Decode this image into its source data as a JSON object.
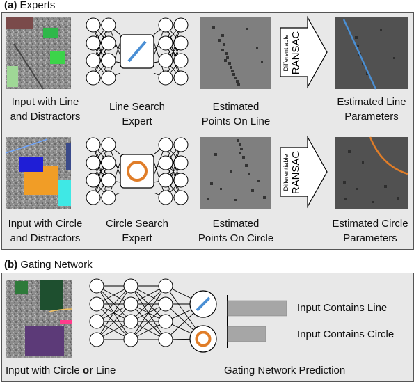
{
  "experts": {
    "title_tag": "(a)",
    "title": "Experts",
    "line_row": {
      "input_label_1": "Input with Line",
      "input_label_2": "and Distractors",
      "expert_label_1": "Line Search",
      "expert_label_2": "Expert",
      "points_label_1": "Estimated",
      "points_label_2": "Points On Line",
      "ransac_small": "Differentiable",
      "ransac_big": "RANSAC",
      "params_label_1": "Estimated Line",
      "params_label_2": "Parameters"
    },
    "circle_row": {
      "input_label_1": "Input with Circle",
      "input_label_2": "and Distractors",
      "expert_label_1": "Circle Search",
      "expert_label_2": "Expert",
      "points_label_1": "Estimated",
      "points_label_2": "Points On Circle",
      "ransac_small": "Differentiable",
      "ransac_big": "RANSAC",
      "params_label_1": "Estimated Circle",
      "params_label_2": "Parameters"
    }
  },
  "gating": {
    "title_tag": "(b)",
    "title": "Gating Network",
    "input_label_pre": "Input with Circle ",
    "input_label_or": "or",
    "input_label_post": " Line",
    "prediction_label": "Gating Network Prediction",
    "bar_line_label": "Input Contains Line",
    "bar_circle_label": "Input Contains Circle",
    "bar_line_value": 0.85,
    "bar_circle_value": 0.55
  },
  "colors": {
    "panel_bg": "#e8e8e8",
    "line_blue": "#4a8fd4",
    "circle_orange": "#e07d28",
    "point_dark": "#333333",
    "bar_gray": "#a6a6a6"
  }
}
